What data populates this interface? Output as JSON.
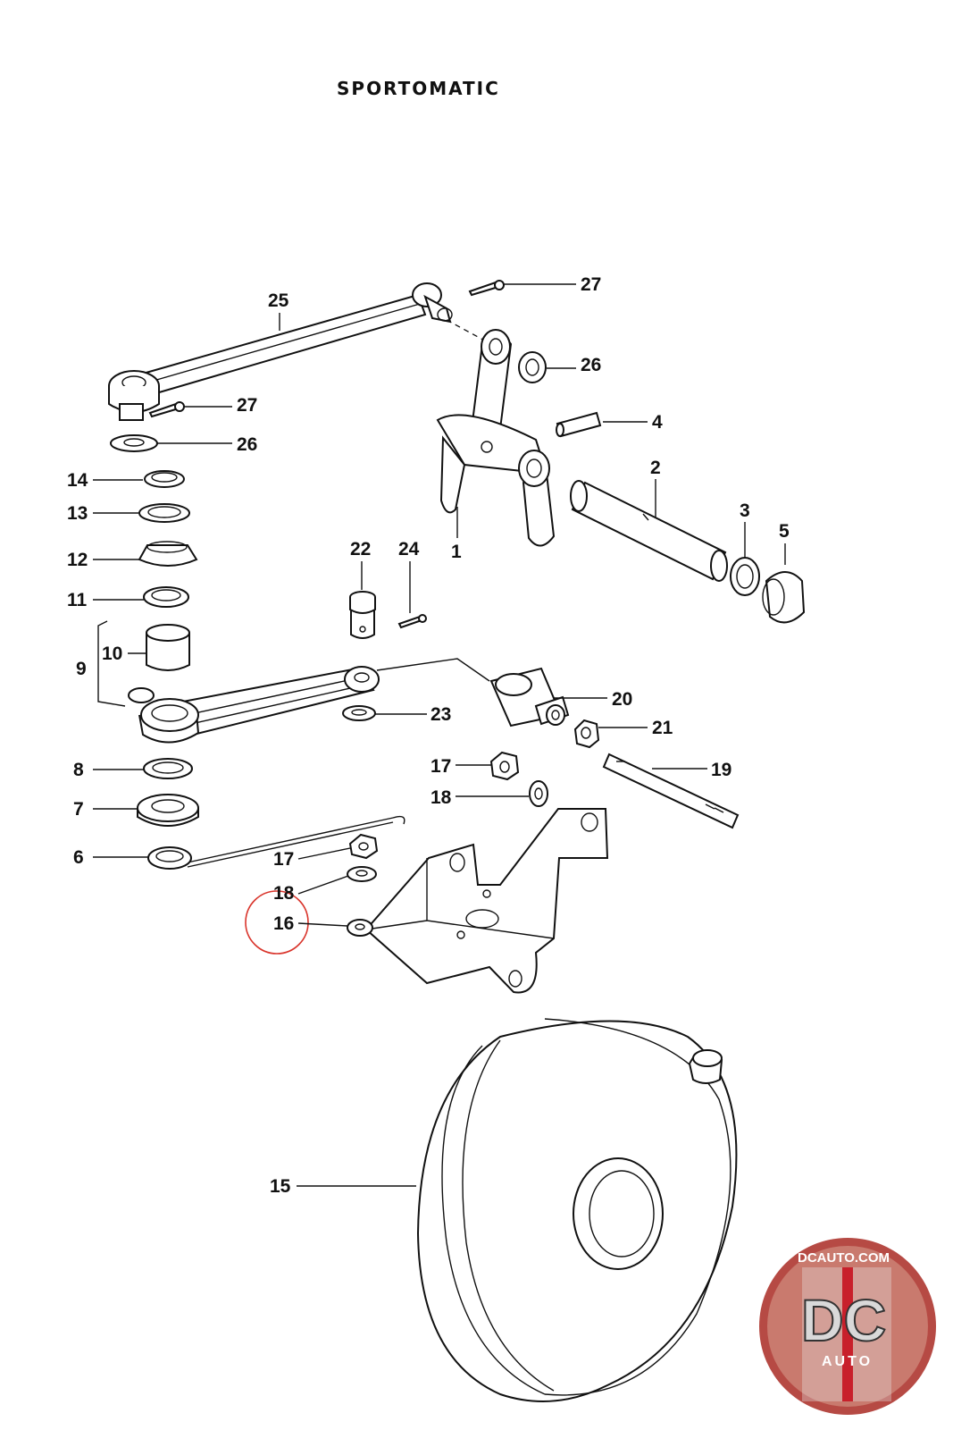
{
  "title": "SPORTOMATIC",
  "callouts": [
    "27",
    "25",
    "26",
    "4",
    "27",
    "26",
    "2",
    "14",
    "3",
    "5",
    "13",
    "12",
    "1",
    "22",
    "24",
    "11",
    "10",
    "9",
    "20",
    "23",
    "21",
    "8",
    "17",
    "19",
    "7",
    "18",
    "6",
    "17",
    "18",
    "16",
    "15"
  ],
  "highlight": {
    "part": "16",
    "color": "#d9342b"
  },
  "logo": {
    "site": "DCAUTO.COM",
    "mark": "DC",
    "sub": "AUTO",
    "accent": "#c8202b"
  }
}
